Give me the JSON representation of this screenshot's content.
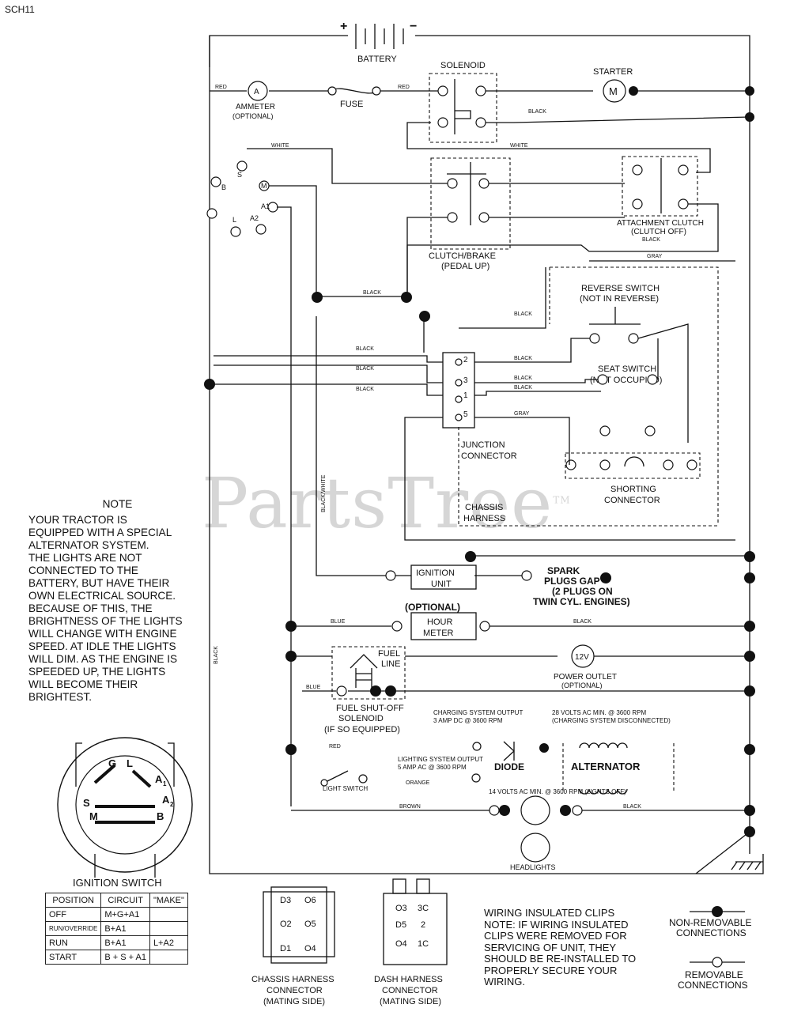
{
  "sheet_id": "SCH11",
  "watermark": "PartsTree",
  "trademark": "TM",
  "components": {
    "battery": {
      "label": "BATTERY",
      "plus": "+",
      "minus": "−"
    },
    "solenoid": "SOLENOID",
    "starter": {
      "label": "STARTER",
      "symbol": "M"
    },
    "ammeter": {
      "label": "AMMETER",
      "sub": "(OPTIONAL)",
      "symbol": "A"
    },
    "fuse": "FUSE",
    "clutch_brake": {
      "label": "CLUTCH/BRAKE",
      "sub": "(PEDAL UP)"
    },
    "attachment_clutch": {
      "label": "ATTACHMENT CLUTCH",
      "sub": "(CLUTCH OFF)"
    },
    "reverse_switch": {
      "label": "REVERSE SWITCH",
      "sub": "(NOT IN REVERSE)"
    },
    "seat_switch": {
      "label": "SEAT SWITCH",
      "sub": "(NOT OCCUPIED)"
    },
    "junction_connector": {
      "line1": "JUNCTION",
      "line2": "CONNECTOR"
    },
    "shorting_connector": {
      "line1": "SHORTING",
      "line2": "CONNECTOR"
    },
    "chassis_harness": {
      "line1": "CHASSIS",
      "line2": "HARNESS"
    },
    "ignition_unit": {
      "line1": "IGNITION",
      "line2": "UNIT"
    },
    "spark_plugs": {
      "line1": "SPARK",
      "line2": "PLUGS GAP",
      "line3": "(2 PLUGS ON",
      "line4": "TWIN CYL. ENGINES)"
    },
    "hour_meter": {
      "optional": "(OPTIONAL)",
      "line1": "HOUR",
      "line2": "METER"
    },
    "fuel_line": {
      "line1": "FUEL",
      "line2": "LINE"
    },
    "power_outlet": {
      "label": "POWER OUTLET",
      "sub": "(OPTIONAL)",
      "symbol": "12V"
    },
    "fuel_solenoid": {
      "line1": "FUEL SHUT-OFF",
      "line2": "SOLENOID",
      "line3": "(IF SO EQUIPPED)"
    },
    "charging_output": {
      "line1": "CHARGING SYSTEM OUTPUT",
      "line2": "3 AMP DC @ 3600 RPM"
    },
    "ac_28v": {
      "line1": "28 VOLTS AC MIN. @ 3600 RPM",
      "line2": "(CHARGING SYSTEM DISCONNECTED)"
    },
    "diode": "DIODE",
    "alternator": "ALTERNATOR",
    "lighting_output": {
      "line1": "LIGHTING SYSTEM OUTPUT",
      "line2": "5 AMP AC @ 3600 RPM"
    },
    "ac_14v": "14 VOLTS AC MIN. @ 3600 RPM (LIGHTS OFF)",
    "light_switch": "LIGHT SWITCH",
    "headlights": "HEADLIGHTS",
    "ignition_terminals": {
      "s": "S",
      "b": "B",
      "m": "M",
      "a1": "A1",
      "a2": "A2",
      "l": "L"
    }
  },
  "wire_colors": {
    "red": "RED",
    "white": "WHITE",
    "black": "BLACK",
    "gray": "GRAY",
    "blue": "BLUE",
    "orange": "ORANGE",
    "brown": "BROWN",
    "black_white": "BLACK/WHITE"
  },
  "junction_pins": [
    "2",
    "3",
    "1",
    "5"
  ],
  "note": {
    "heading": "NOTE",
    "body": "YOUR TRACTOR IS\nEQUIPPED WITH A SPECIAL\nALTERNATOR SYSTEM.\nTHE LIGHTS ARE NOT\nCONNECTED TO THE\nBATTERY, BUT HAVE THEIR\nOWN ELECTRICAL SOURCE.\nBECAUSE OF THIS, THE\nBRIGHTNESS OF THE LIGHTS\nWILL CHANGE WITH ENGINE\nSPEED.  AT IDLE THE LIGHTS\nWILL DIM.  AS THE ENGINE IS\nSPEEDED UP, THE LIGHTS\nWILL BECOME THEIR\nBRIGHTEST."
  },
  "ignition_switch": {
    "title": "IGNITION SWITCH",
    "terminals": {
      "g": "G",
      "l": "L",
      "a1": "A",
      "a1_sub": "1",
      "s": "S",
      "a2": "A",
      "a2_sub": "2",
      "m": "M",
      "b": "B"
    },
    "table": {
      "headers": [
        "POSITION",
        "CIRCUIT",
        "\"MAKE\""
      ],
      "rows": [
        [
          "OFF",
          "M+G+A1",
          ""
        ],
        [
          "RUN/OVERRIDE",
          "B+A1",
          ""
        ],
        [
          "RUN",
          "B+A1",
          "L+A2"
        ],
        [
          "START",
          "B + S + A1",
          ""
        ]
      ]
    }
  },
  "chassis_connector": {
    "label_line1": "CHASSIS HARNESS",
    "label_line2": "CONNECTOR",
    "label_line3": "(MATING SIDE)",
    "pins_left": [
      "D3",
      "O2",
      "D1"
    ],
    "pins_right": [
      "O6",
      "O5",
      "O4"
    ]
  },
  "dash_connector": {
    "label_line1": "DASH HARNESS",
    "label_line2": "CONNECTOR",
    "label_line3": "(MATING SIDE)",
    "pins_left": [
      "O3",
      "D5",
      "O4"
    ],
    "pins_right": [
      "3C",
      "2",
      "1C"
    ]
  },
  "clip_note": "WIRING INSULATED CLIPS\nNOTE: IF WIRING INSULATED\nCLIPS WERE REMOVED FOR\nSERVICING OF UNIT, THEY\nSHOULD BE RE-INSTALLED TO\nPROPERLY SECURE YOUR\nWIRING.",
  "legend": {
    "non_removable_line1": "NON-REMOVABLE",
    "non_removable_line2": "CONNECTIONS",
    "removable_line1": "REMOVABLE",
    "removable_line2": "CONNECTIONS"
  }
}
